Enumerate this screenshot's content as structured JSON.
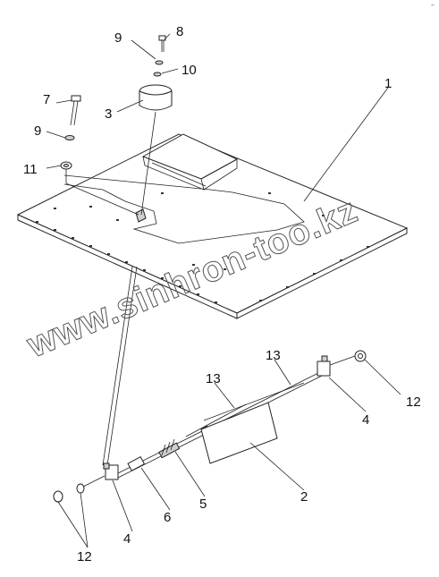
{
  "watermark": "www.sinhron-too.kz",
  "corner_mark": "–",
  "callouts": {
    "c1": "1",
    "c2": "2",
    "c3": "3",
    "c4a": "4",
    "c4b": "4",
    "c5": "5",
    "c6": "6",
    "c7": "7",
    "c8": "8",
    "c9a": "9",
    "c9b": "9",
    "c10": "10",
    "c11": "11",
    "c12a": "12",
    "c12b": "12",
    "c13a": "13",
    "c13b": "13"
  }
}
